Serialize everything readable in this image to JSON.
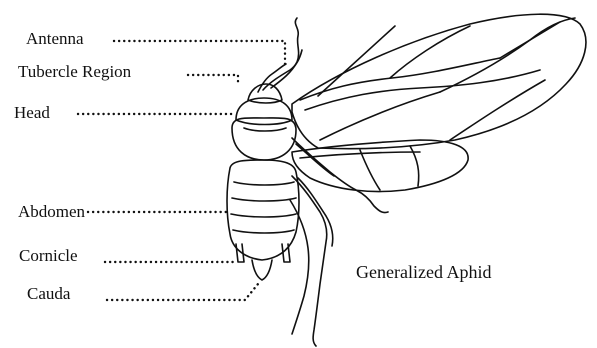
{
  "diagram": {
    "caption": "Generalized Aphid",
    "labels": {
      "antenna": "Antenna",
      "tubercle": "Tubercle Region",
      "head": "Head",
      "abdomen": "Abdomen",
      "cornicle": "Cornicle",
      "cauda": "Cauda"
    },
    "colors": {
      "ink": "#111111",
      "background": "#ffffff"
    }
  }
}
